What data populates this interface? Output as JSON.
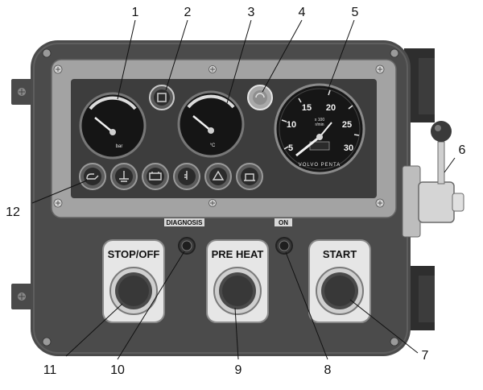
{
  "callouts": [
    "1",
    "2",
    "3",
    "4",
    "5",
    "6",
    "7",
    "8",
    "9",
    "10",
    "11",
    "12"
  ],
  "buttons": {
    "stop": "STOP/OFF",
    "preheat": "PRE HEAT",
    "start": "START"
  },
  "indicators": {
    "diagnosis": "DIAGNOSIS",
    "on": "ON"
  },
  "tachometer": {
    "scale": [
      "5",
      "10",
      "15",
      "20",
      "25",
      "30"
    ],
    "multiplier": "x 100",
    "unit": "r/min",
    "brand": "VOLVO PENTA"
  },
  "gauges": {
    "oil_unit": "bar",
    "temp_unit": "°C"
  },
  "warning_lamps": [
    "oil-pressure-lamp",
    "coolant-level-lamp",
    "battery-charge-lamp",
    "coolant-temperature-lamp",
    "alarm-lamp",
    "water-in-fuel-lamp"
  ],
  "colors": {
    "panel": "#4a4a4a",
    "frame": "#9c9c9c",
    "gauge_face": "#202020",
    "button_face": "#e4e4e4"
  }
}
